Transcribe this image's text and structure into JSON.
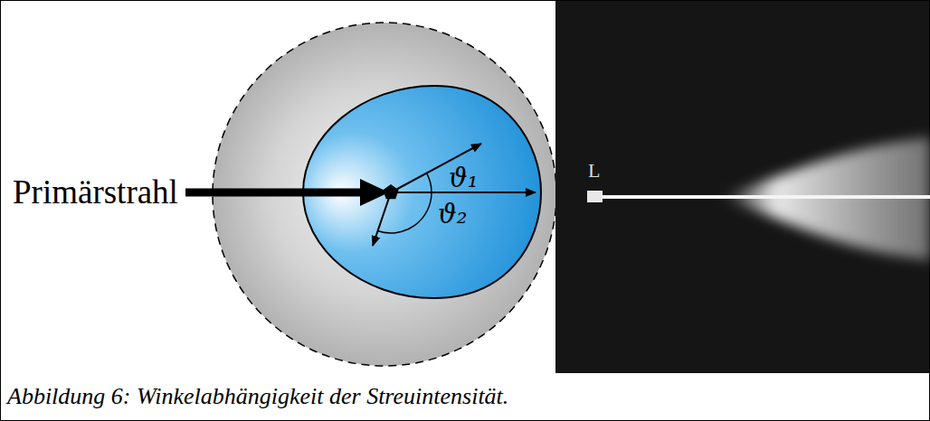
{
  "diagram": {
    "caption": "Abbildung 6: Winkelabhängigkeit der Streuintensität.",
    "labels": [
      "Primärstrahl",
      "ϑ₁",
      "ϑ₂",
      "L"
    ]
  }
}
